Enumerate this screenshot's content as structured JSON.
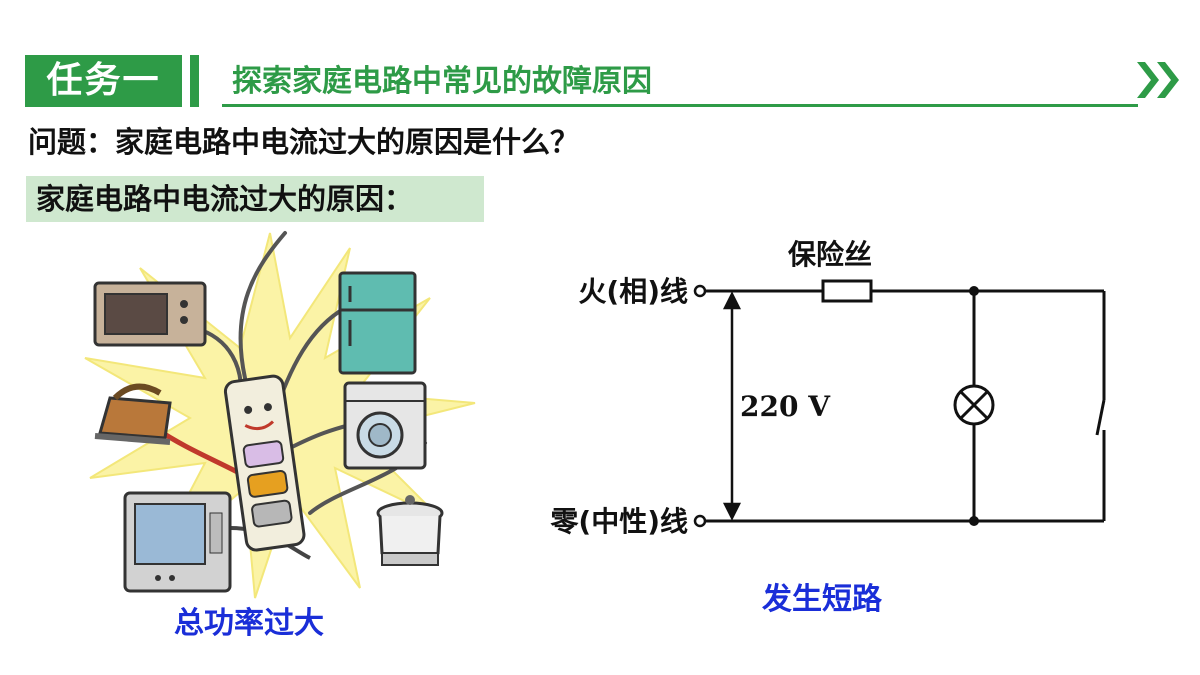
{
  "header": {
    "task_label": "任务一",
    "task_title": "探索家庭电路中常见的故障原因"
  },
  "question": "问题：家庭电路中电流过大的原因是什么？",
  "cause_label": "家庭电路中电流过大的原因：",
  "left_panel": {
    "caption": "总功率过大"
  },
  "circuit": {
    "fuse_label": "保险丝",
    "live_wire_label": "火(相)线",
    "neutral_wire_label": "零(中性)线",
    "voltage_label": "220 V",
    "caption": "发生短路"
  },
  "colors": {
    "accent": "#2e9b47",
    "highlight": "#cfe8cf",
    "caption": "#1a2ed8"
  },
  "icons": [
    "chevron-double-right-icon",
    "lamp-icon",
    "fuse-icon",
    "microwave-icon",
    "refrigerator-icon",
    "washing-machine-icon",
    "iron-icon",
    "tv-icon",
    "rice-cooker-icon",
    "power-strip-icon"
  ]
}
